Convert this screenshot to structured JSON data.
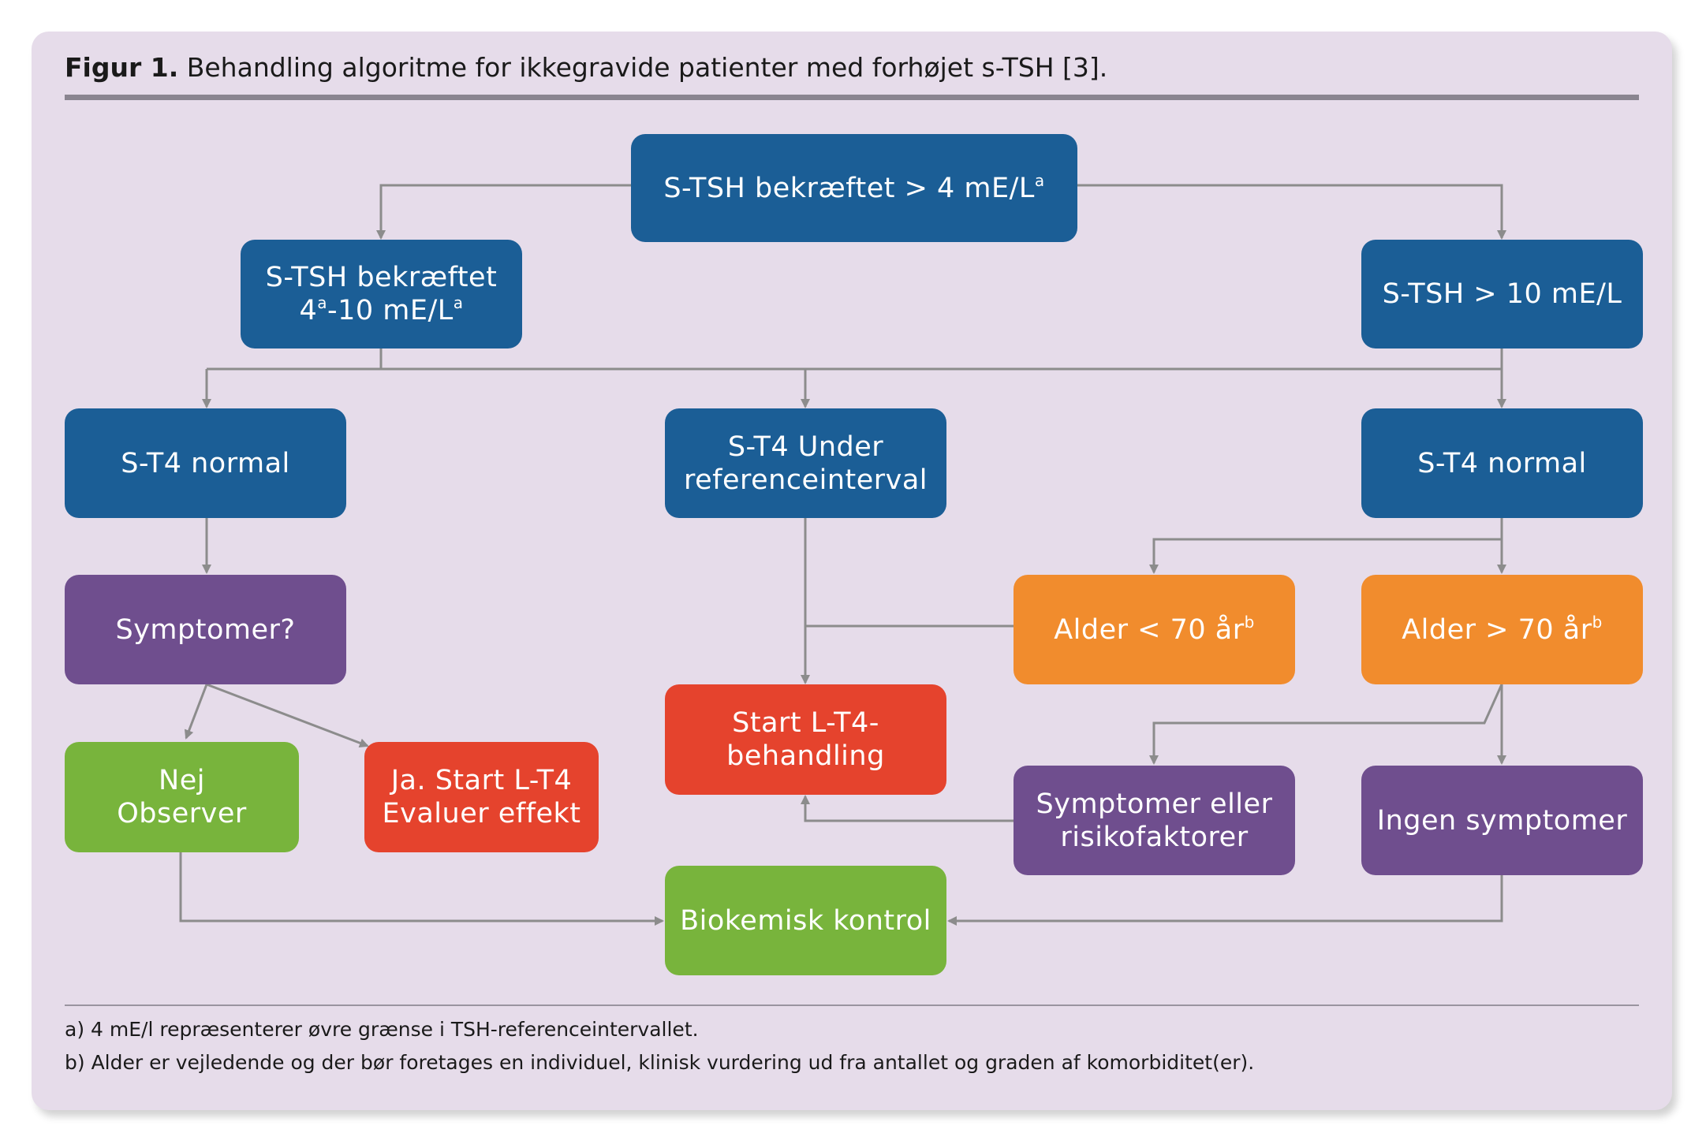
{
  "figure": {
    "caption_label": "Figur 1.",
    "caption_text": "Behandling algoritme for ikkegravide patienter med forhøjet s-TSH [3]."
  },
  "nodes": {
    "top": {
      "text": "S-TSH bekræftet > 4 mE/L",
      "sup": "a"
    },
    "left_tsh": {
      "line1": "S-TSH bekræftet",
      "line2a": "4",
      "sup1": "a",
      "line2b": "-10 mE/L",
      "sup2": "a"
    },
    "right_tsh": {
      "text": "S-TSH > 10 mE/L"
    },
    "t4_normal_left": {
      "text": "S-T4 normal"
    },
    "t4_under": {
      "line1": "S-T4 Under",
      "line2": "referenceinterval"
    },
    "t4_normal_right": {
      "text": "S-T4 normal"
    },
    "symptomer": {
      "text": "Symptomer?"
    },
    "nej": {
      "line1": "Nej",
      "line2": "Observer"
    },
    "ja": {
      "line1": "Ja. Start L-T4",
      "line2": "Evaluer effekt"
    },
    "start_lt4": {
      "line1": "Start L-T4-",
      "line2": "behandling"
    },
    "alder_under": {
      "text": "Alder < 70 år",
      "sup": "b"
    },
    "alder_over": {
      "text": "Alder > 70 år",
      "sup": "b"
    },
    "symp_risiko": {
      "line1": "Symptomer eller",
      "line2": "risikofaktorer"
    },
    "ingen": {
      "text": "Ingen symptomer"
    },
    "biokemisk": {
      "text": "Biokemisk kontrol"
    }
  },
  "footnotes": {
    "a": "a) 4 mE/l repræsenterer øvre grænse i TSH-referenceintervallet.",
    "b": "b) Alder er vejledende og der bør foretages en individuel, klinisk vurdering ud fra antallet og graden af komorbiditet(er)."
  },
  "colors": {
    "panel_bg": "#e6dcea",
    "blue": "#1b5e96",
    "purple": "#6f4e8e",
    "green": "#78b43c",
    "red": "#e5432d",
    "orange": "#f18c2d",
    "connector": "#8c8c8c"
  }
}
